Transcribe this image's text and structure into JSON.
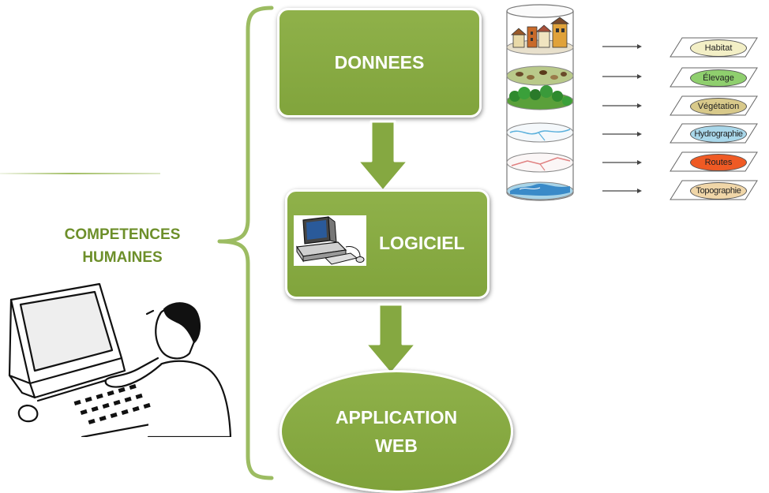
{
  "left": {
    "competences_line1": "COMPETENCES",
    "competences_line2": "HUMAINES"
  },
  "flow": {
    "donnees": "DONNEES",
    "logiciel": "LOGICIEL",
    "app_line1": "APPLICATION",
    "app_line2": "WEB"
  },
  "layers": [
    {
      "label": "Habitat",
      "color": "#f3efc6"
    },
    {
      "label": "Élevage",
      "color": "#8fcf6e"
    },
    {
      "label": "Végétation",
      "color": "#d8c98a"
    },
    {
      "label": "Hydrographie",
      "color": "#a9d7ea"
    },
    {
      "label": "Routes",
      "color": "#ef5a24"
    },
    {
      "label": "Topographie",
      "color": "#f0d6a8"
    }
  ],
  "colors": {
    "box_green": "#85a841",
    "bracket_green": "#9cbc62",
    "text_green": "#6d8f2a"
  }
}
